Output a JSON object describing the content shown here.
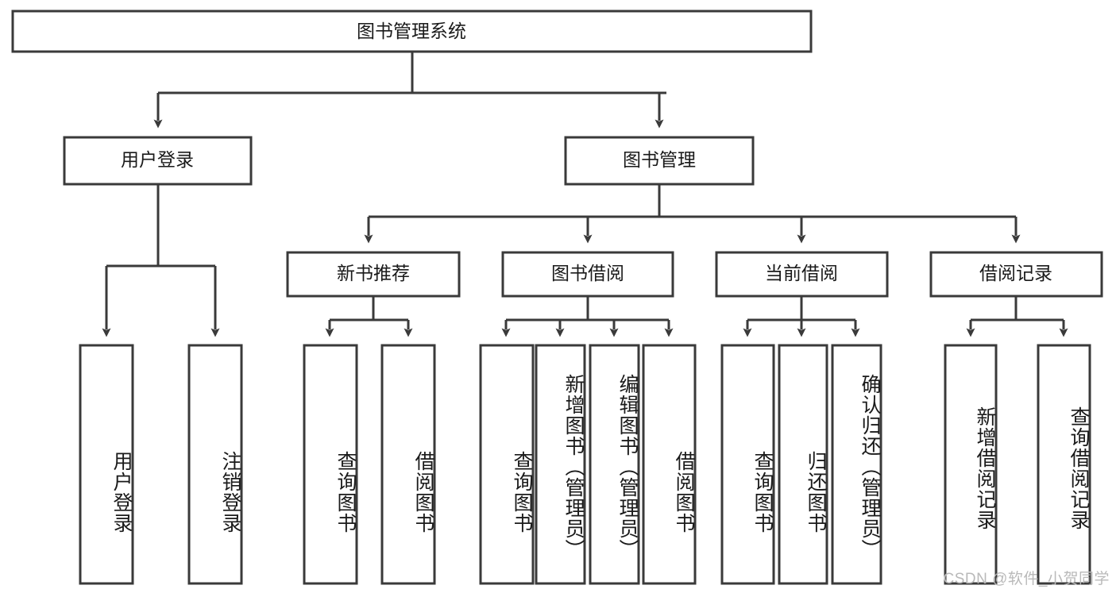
{
  "diagram": {
    "type": "tree",
    "title_node": {
      "label": "图书管理系统"
    },
    "level1": [
      {
        "id": "user-login",
        "label": "用户登录"
      },
      {
        "id": "book-manage",
        "label": "图书管理"
      }
    ],
    "level2": [
      {
        "id": "new-book-rec",
        "label": "新书推荐",
        "parent": "book-manage"
      },
      {
        "id": "book-borrow",
        "label": "图书借阅",
        "parent": "book-manage"
      },
      {
        "id": "current-borrow",
        "label": "当前借阅",
        "parent": "book-manage"
      },
      {
        "id": "borrow-record",
        "label": "借阅记录",
        "parent": "book-manage"
      }
    ],
    "leaves": {
      "user-login": [
        {
          "id": "leaf-user-login",
          "label": "用户登录"
        },
        {
          "id": "leaf-logout",
          "label": "注销登录"
        }
      ],
      "new-book-rec": [
        {
          "id": "leaf-query-book-1",
          "label": "查询图书"
        },
        {
          "id": "leaf-borrow-book-1",
          "label": "借阅图书"
        }
      ],
      "book-borrow": [
        {
          "id": "leaf-query-book-2",
          "label": "查询图书"
        },
        {
          "id": "leaf-add-book",
          "label": "新增图书（管理员）"
        },
        {
          "id": "leaf-edit-book",
          "label": "编辑图书（管理员）"
        },
        {
          "id": "leaf-borrow-book-2",
          "label": "借阅图书"
        }
      ],
      "current-borrow": [
        {
          "id": "leaf-query-book-3",
          "label": "查询图书"
        },
        {
          "id": "leaf-return-book",
          "label": "归还图书"
        },
        {
          "id": "leaf-confirm-return",
          "label": "确认归还（管理员）"
        }
      ],
      "borrow-record": [
        {
          "id": "leaf-add-record",
          "label": "新增借阅记录"
        },
        {
          "id": "leaf-query-record",
          "label": "查询借阅记录"
        }
      ]
    }
  },
  "watermark": {
    "text": "CSDN @软件_小贺同学"
  },
  "colors": {
    "box_stroke": "#3a3a3a",
    "box_fill": "#ffffff",
    "text": "#1a1a1a",
    "watermark": "#b9b9b9",
    "background": "#ffffff"
  }
}
